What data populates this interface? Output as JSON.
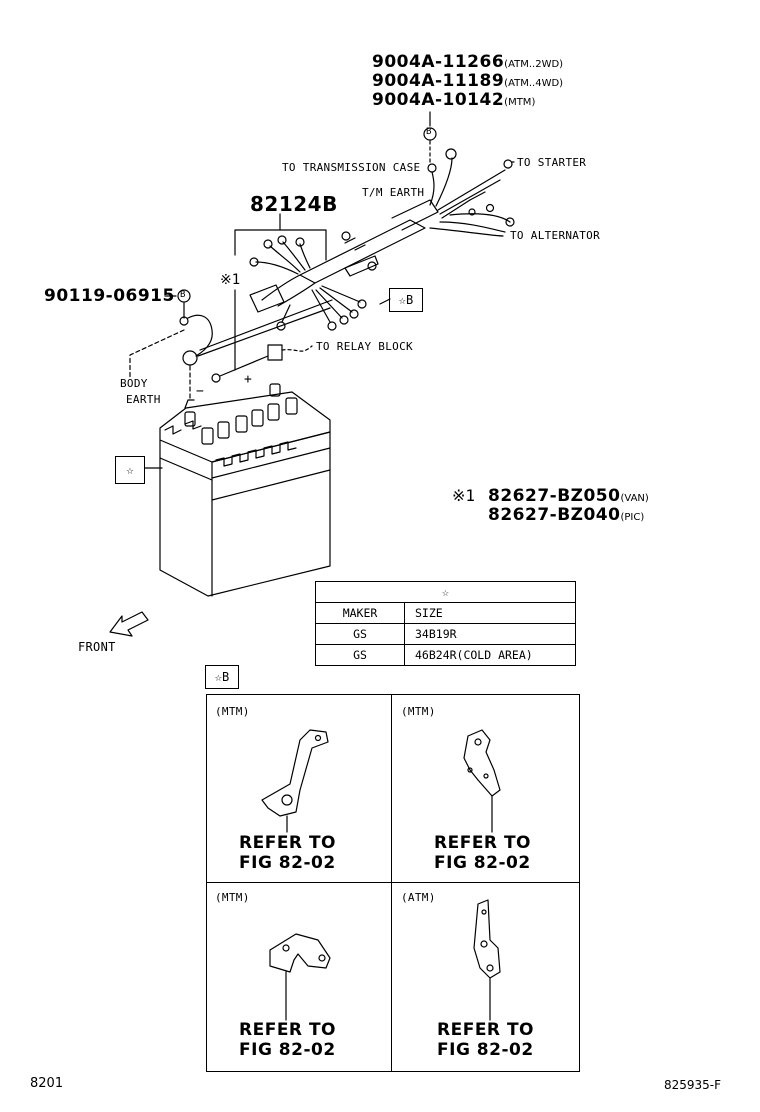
{
  "callouts": {
    "top_bolt_1": "9004A-11266",
    "top_bolt_1_note": "(ATM..2WD)",
    "top_bolt_2": "9004A-11189",
    "top_bolt_2_note": "(ATM..4WD)",
    "top_bolt_3": "9004A-10142",
    "top_bolt_3_note": "(MTM)",
    "harness": "82124B",
    "body_bolt": "90119-06915",
    "b_mark": "B",
    "to_transmission_case": "TO TRANSMISSION CASE",
    "tm_earth": "T/M EARTH",
    "to_starter": "TO STARTER",
    "to_alternator": "TO ALTERNATOR",
    "to_relay_block": "TO RELAY BLOCK",
    "body_earth_1": "BODY",
    "body_earth_2": "EARTH",
    "ref_mark_1": "※1",
    "star_b_tag": "☆B",
    "star_tag": "☆",
    "front": "FRONT",
    "plus": "+",
    "minus": "−"
  },
  "harness_parts": {
    "mark": "※1",
    "part_1": "82627-BZ050",
    "part_1_note": "(VAN)",
    "part_2": "82627-BZ040",
    "part_2_note": "(PIC)"
  },
  "battery_table": {
    "header": "☆",
    "columns": [
      "MAKER",
      "SIZE"
    ],
    "rows": [
      [
        "GS",
        "34B19R"
      ],
      [
        "GS",
        "46B24R(COLD AREA)"
      ]
    ]
  },
  "bracket_section": {
    "tag": "☆B",
    "cells": [
      {
        "variant": "(MTM)",
        "refer": "REFER TO",
        "fig": "FIG 82-02"
      },
      {
        "variant": "(MTM)",
        "refer": "REFER TO",
        "fig": "FIG 82-02"
      },
      {
        "variant": "(MTM)",
        "refer": "REFER TO",
        "fig": "FIG 82-02"
      },
      {
        "variant": "(ATM)",
        "refer": "REFER TO",
        "fig": "FIG 82-02"
      }
    ]
  },
  "footer": {
    "page_code": "8201",
    "diagram_id": "825935-F"
  }
}
